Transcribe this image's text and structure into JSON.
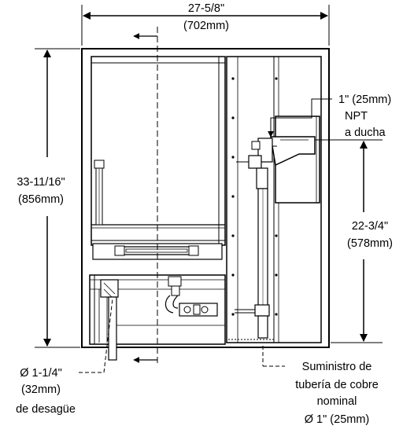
{
  "dimensions": {
    "width": {
      "imperial": "27-5/8\"",
      "metric": "(702mm)"
    },
    "height": {
      "imperial": "33-11/16\"",
      "metric": "(856mm)"
    },
    "shower_height": {
      "imperial": "22-3/4\"",
      "metric": "(578mm)"
    }
  },
  "callouts": {
    "shower_outlet": {
      "line1": "1\" (25mm)",
      "line2": "NPT",
      "line3": "a ducha"
    },
    "drain": {
      "line1": "Ø 1-1/4\"",
      "line2": "(32mm)",
      "line3": "de desagüe"
    },
    "supply": {
      "line1": "Suministro de",
      "line2": "tubería de cobre",
      "line3": "nominal",
      "line4": "Ø 1\" (25mm)"
    }
  }
}
